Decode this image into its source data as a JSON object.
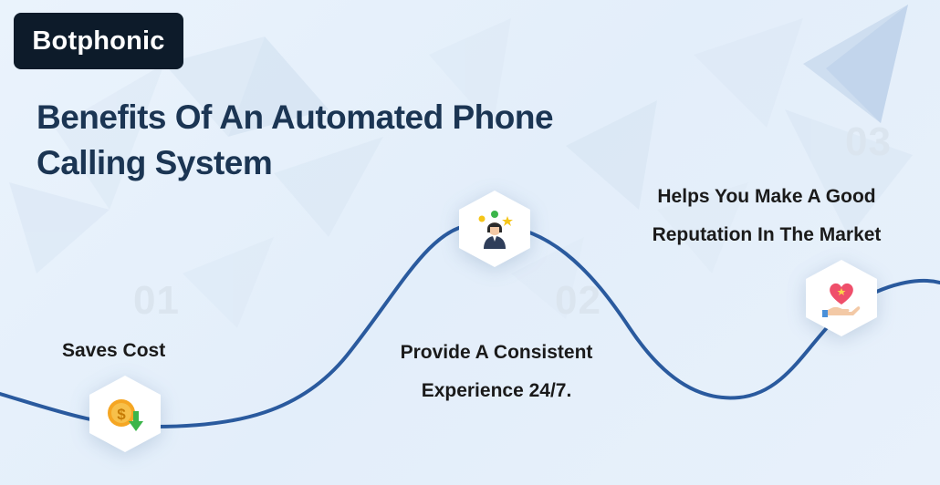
{
  "brand": {
    "logo_text": "Botphonic"
  },
  "heading": {
    "line1": "Benefits Of An Automated Phone",
    "line2": "Calling System"
  },
  "steps": [
    {
      "number": "01",
      "label": "Saves Cost",
      "icon": "money-down-icon"
    },
    {
      "number": "02",
      "label_line1": "Provide A Consistent",
      "label_line2": "Experience 24/7.",
      "icon": "support-agent-icon"
    },
    {
      "number": "03",
      "label_line1": "Helps You Make A Good",
      "label_line2": "Reputation In The Market",
      "icon": "heart-hand-icon"
    }
  ],
  "colors": {
    "curve": "#2a5a9e",
    "heading": "#1b3553",
    "logo_bg": "#0d1b2a",
    "step_number": "#dbe5ef"
  }
}
